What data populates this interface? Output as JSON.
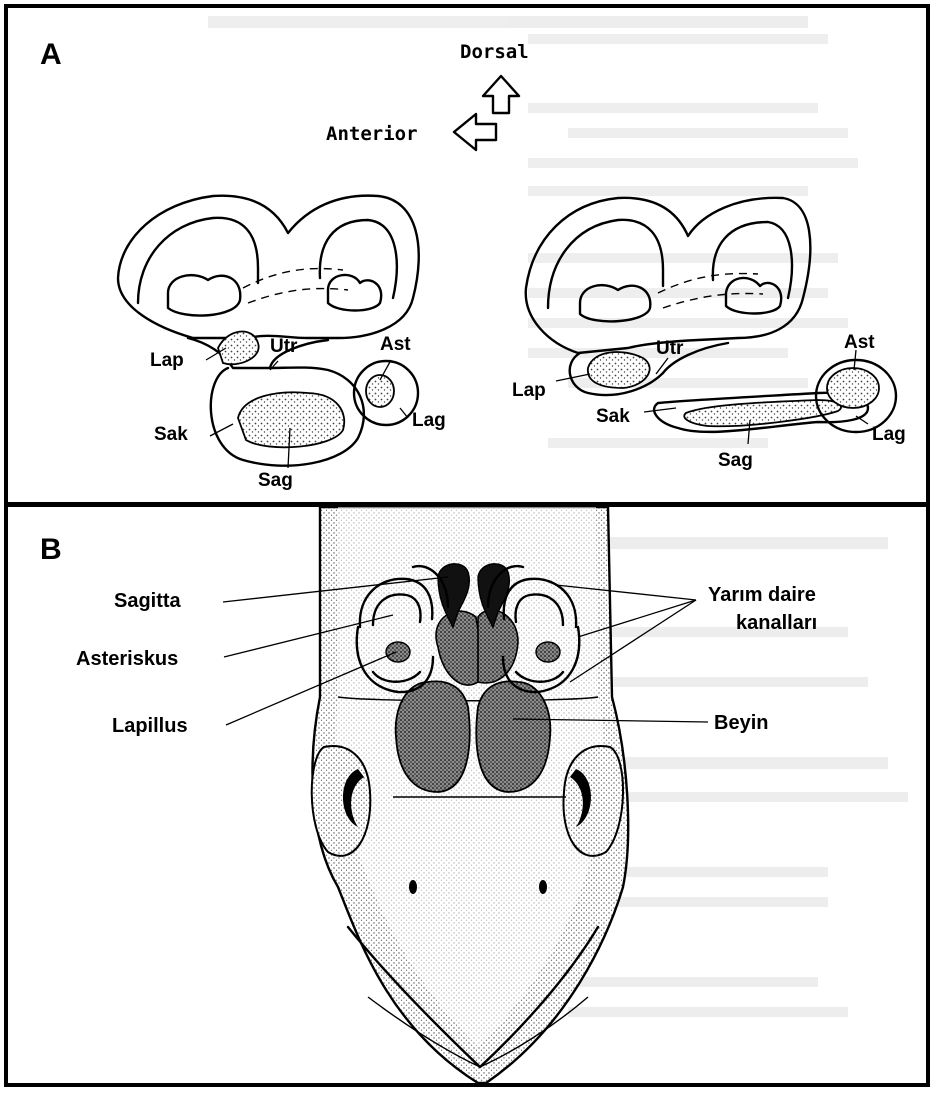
{
  "panel_a": {
    "letter": "A",
    "orientation": {
      "dorsal": "Dorsal",
      "anterior": "Anterior"
    },
    "left_ear": {
      "lap": "Lap",
      "utr": "Utr",
      "ast": "Ast",
      "lag": "Lag",
      "sak": "Sak",
      "sag": "Sag"
    },
    "right_ear": {
      "lap": "Lap",
      "utr": "Utr",
      "ast": "Ast",
      "lag": "Lag",
      "sak": "Sak",
      "sag": "Sag"
    }
  },
  "panel_b": {
    "letter": "B",
    "labels": {
      "sagitta": "Sagitta",
      "asteriskus": "Asteriskus",
      "lapillus": "Lapillus",
      "canals_line1": "Yarım daire",
      "canals_line2": "kanalları",
      "beyin": "Beyin"
    }
  },
  "colors": {
    "ink": "#000000",
    "paper": "#ffffff",
    "ghost_text": "#d9d9d9",
    "stipple": "#444444"
  }
}
